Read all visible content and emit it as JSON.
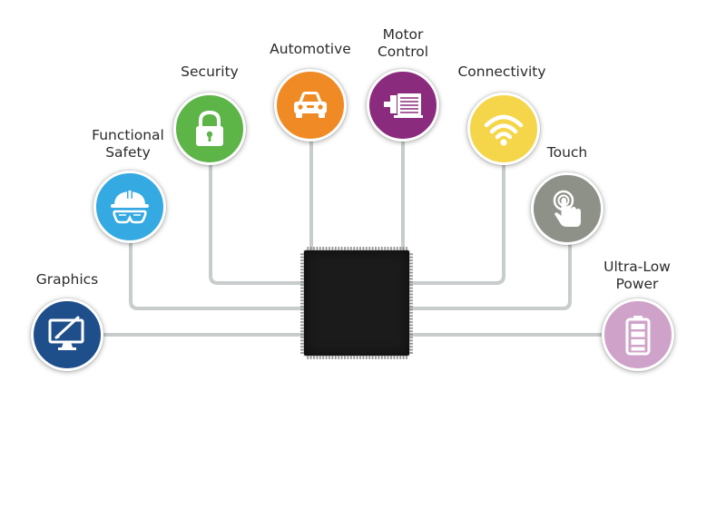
{
  "diagram": {
    "center": {
      "name": "microcontroller-chip"
    },
    "features": [
      {
        "id": "graphics",
        "lines": [
          "Graphics"
        ],
        "color": "#1f4f8b",
        "icon": "monitor-pen-icon"
      },
      {
        "id": "functional-safety",
        "lines": [
          "Functional",
          "Safety"
        ],
        "color": "#35a9e1",
        "icon": "hard-hat-goggles-icon"
      },
      {
        "id": "security",
        "lines": [
          "Security"
        ],
        "color": "#5db447",
        "icon": "padlock-icon"
      },
      {
        "id": "automotive",
        "lines": [
          "Automotive"
        ],
        "color": "#f08a24",
        "icon": "car-icon"
      },
      {
        "id": "motor-control",
        "lines": [
          "Motor",
          "Control"
        ],
        "color": "#8b2b7d",
        "icon": "motor-icon"
      },
      {
        "id": "connectivity",
        "lines": [
          "Connectivity"
        ],
        "color": "#f5d64a",
        "icon": "wifi-icon"
      },
      {
        "id": "touch",
        "lines": [
          "Touch"
        ],
        "color": "#8e9188",
        "icon": "touch-finger-icon"
      },
      {
        "id": "ultra-low-power",
        "lines": [
          "Ultra-Low",
          "Power"
        ],
        "color": "#cfa3c9",
        "icon": "battery-icon"
      }
    ]
  }
}
